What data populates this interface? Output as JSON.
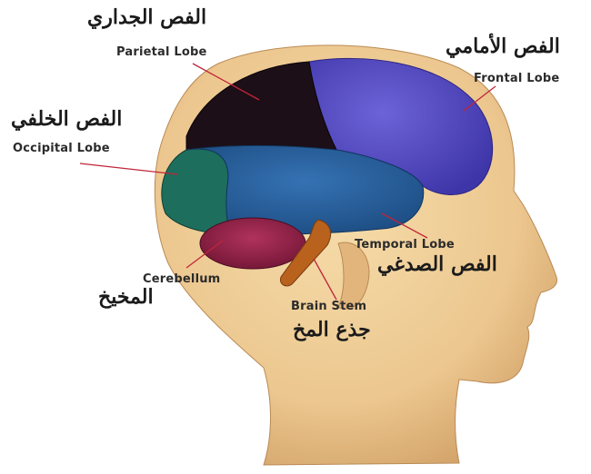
{
  "labels": {
    "parietal": {
      "en": "Parietal Lobe",
      "ar": "الفص الجداري"
    },
    "frontal": {
      "en": "Frontal Lobe",
      "ar": "الفص الأمامي"
    },
    "occipital": {
      "en": "Occipital Lobe",
      "ar": "الفص الخلفي"
    },
    "temporal": {
      "en": "Temporal Lobe",
      "ar": "الفص الصدغي"
    },
    "cerebellum": {
      "en": "Cerebellum",
      "ar": "المخيخ"
    },
    "brainstem": {
      "en": "Brain Stem",
      "ar": "جذع المخ"
    }
  },
  "colors": {
    "skin": "#ecc78f",
    "skin_shadow": "#c9965c",
    "parietal": "#1c0f17",
    "frontal": "#5a4fc6",
    "occipital": "#1d6e5d",
    "temporal": "#285f9e",
    "cerebellum": "#8e2246",
    "brainstem": "#b8621e",
    "leader_line": "#c0253a"
  }
}
